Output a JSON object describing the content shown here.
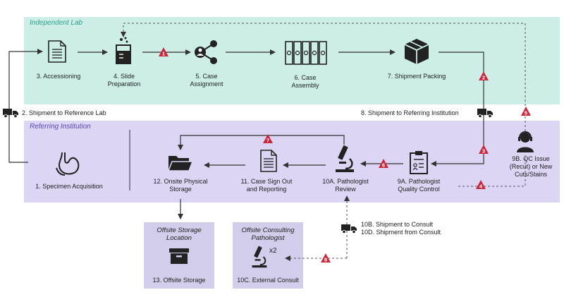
{
  "regions": {
    "independent_lab": "Independent Lab",
    "referring_institution": "Referring Institution",
    "offsite_storage": "Offsite Storage Location",
    "offsite_consulting": "Offsite Consulting Pathologist"
  },
  "steps": {
    "s1": "1. Specimen Acquisition",
    "s2": "2. Shipment to Reference Lab",
    "s3": "3. Accessioning",
    "s4": "4. Slide Preparation",
    "s5": "5. Case Assignment",
    "s6": "6. Case Assembly",
    "s7": "7. Shipment Packing",
    "s8": "8. Shipment to Referring Institution",
    "s9a": "9A. Pathologist Quality Control",
    "s9b": "9B. QC Issue (Recut) or New Cuts/Stains",
    "s10a": "10A. Pathologist Review",
    "s10b": "10B. Shipment to Consult",
    "s10c": "10C. External Consult",
    "s10d": "10D. Shipment from Consult",
    "s11": "11. Case Sign Out and Reporting",
    "s12": "12. Onsite Physical Storage",
    "s13": "13. Offsite Storage"
  },
  "multiplier": "x2",
  "warnings": [
    "1",
    "2",
    "3",
    "4",
    "5",
    "6",
    "7",
    "8"
  ],
  "colors": {
    "lab": "#cdeee6",
    "ref": "#dcd5f3",
    "warning": "#c8283c",
    "line": "#333333"
  }
}
